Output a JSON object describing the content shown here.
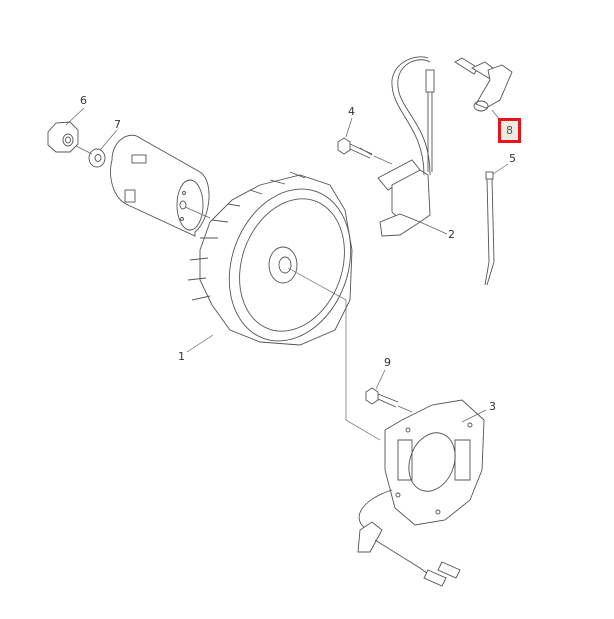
{
  "diagram": {
    "type": "exploded-parts-diagram",
    "highlight_color": "#e8141b",
    "highlight_fill": "#eeece2",
    "selected_part": "8",
    "callouts": [
      {
        "id": "1",
        "label": "1",
        "part": "flywheel"
      },
      {
        "id": "2",
        "label": "2",
        "part": "ignition-coil"
      },
      {
        "id": "3",
        "label": "3",
        "part": "stator-assembly"
      },
      {
        "id": "4",
        "label": "4",
        "part": "coil-bolt"
      },
      {
        "id": "5",
        "label": "5",
        "part": "cable-tie"
      },
      {
        "id": "6",
        "label": "6",
        "part": "flywheel-nut"
      },
      {
        "id": "7",
        "label": "7",
        "part": "washer"
      },
      {
        "id": "8",
        "label": "8",
        "part": "spark-plug-cap"
      },
      {
        "id": "9",
        "label": "9",
        "part": "stator-bolt"
      }
    ]
  }
}
